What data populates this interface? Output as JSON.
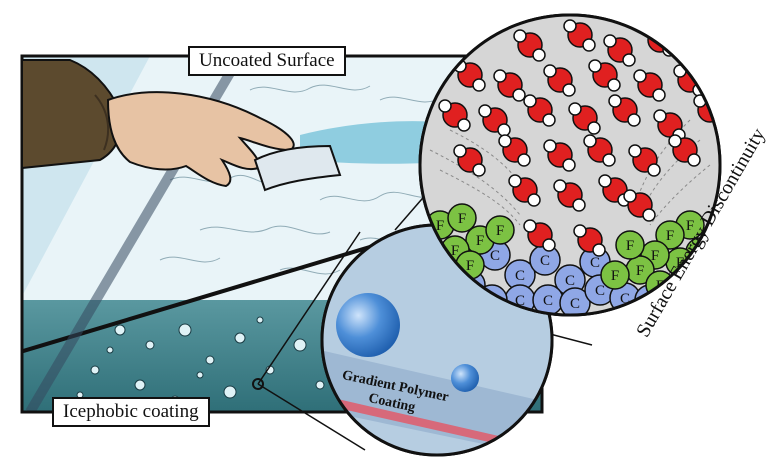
{
  "labels": {
    "uncoated": "Uncoated Surface",
    "icephobic": "Icephobic coating",
    "discontinuity": "Surface Energy Discontinuity",
    "gradient_line1": "Gradient Polymer",
    "gradient_line2": "Coating"
  },
  "atoms": {
    "fluorine_symbol": "F",
    "carbon_symbol": "C"
  },
  "colors": {
    "outline": "#111111",
    "ice_blue": "#bfe0ee",
    "water_red": "#e02020",
    "fluorine_green": "#7cc243",
    "carbon_blue": "#8fa7e6",
    "coating_red": "#e05a6a",
    "glove": "#5c4a2e"
  }
}
